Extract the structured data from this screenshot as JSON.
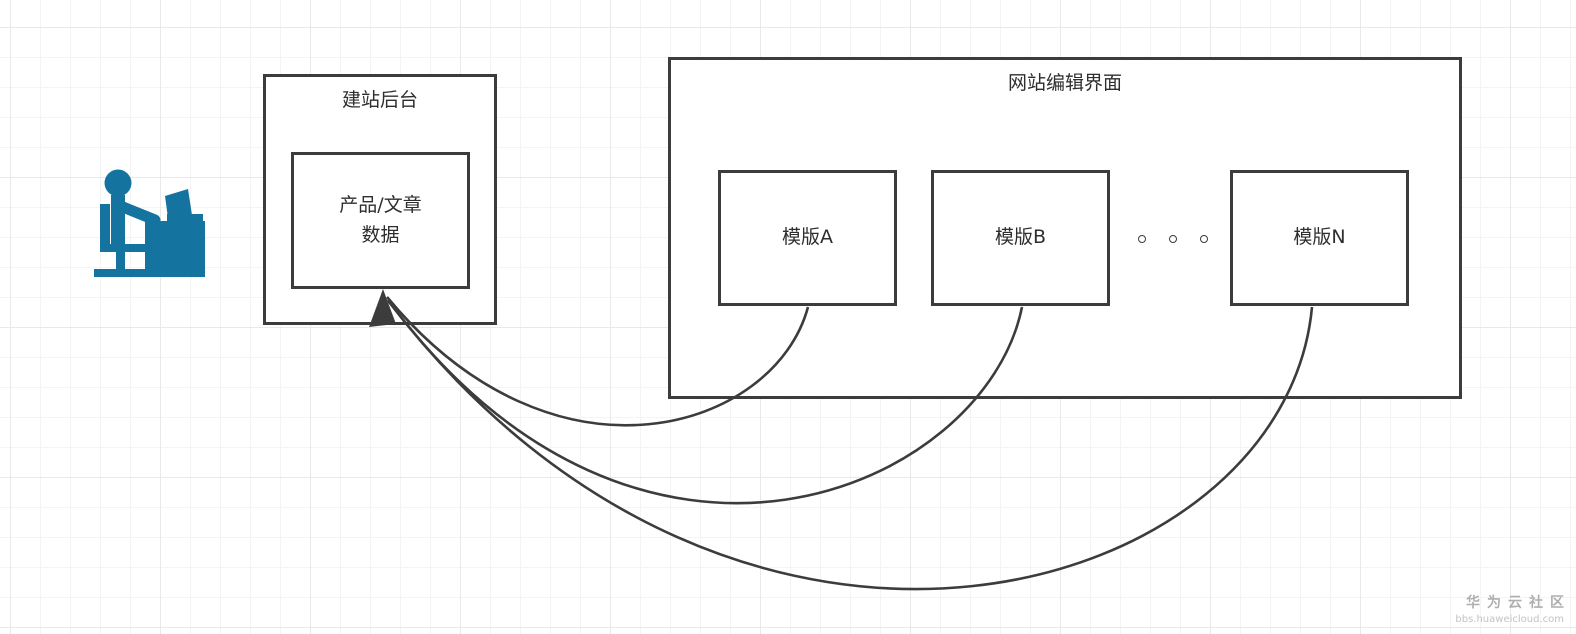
{
  "backend": {
    "title": "建站后台",
    "data_label": "产品/文章\n数据"
  },
  "editor": {
    "title": "网站编辑界面",
    "templates": [
      {
        "label": "模版A"
      },
      {
        "label": "模版B"
      },
      {
        "label": "模版N"
      }
    ]
  },
  "icons": {
    "user": "person-at-computer"
  },
  "colors": {
    "line": "#3c3c3c",
    "icon": "#15749f",
    "watermark": "#afafaf"
  },
  "watermark": {
    "line1": "华为云社区",
    "line2": "bbs.huaweicloud.com"
  }
}
